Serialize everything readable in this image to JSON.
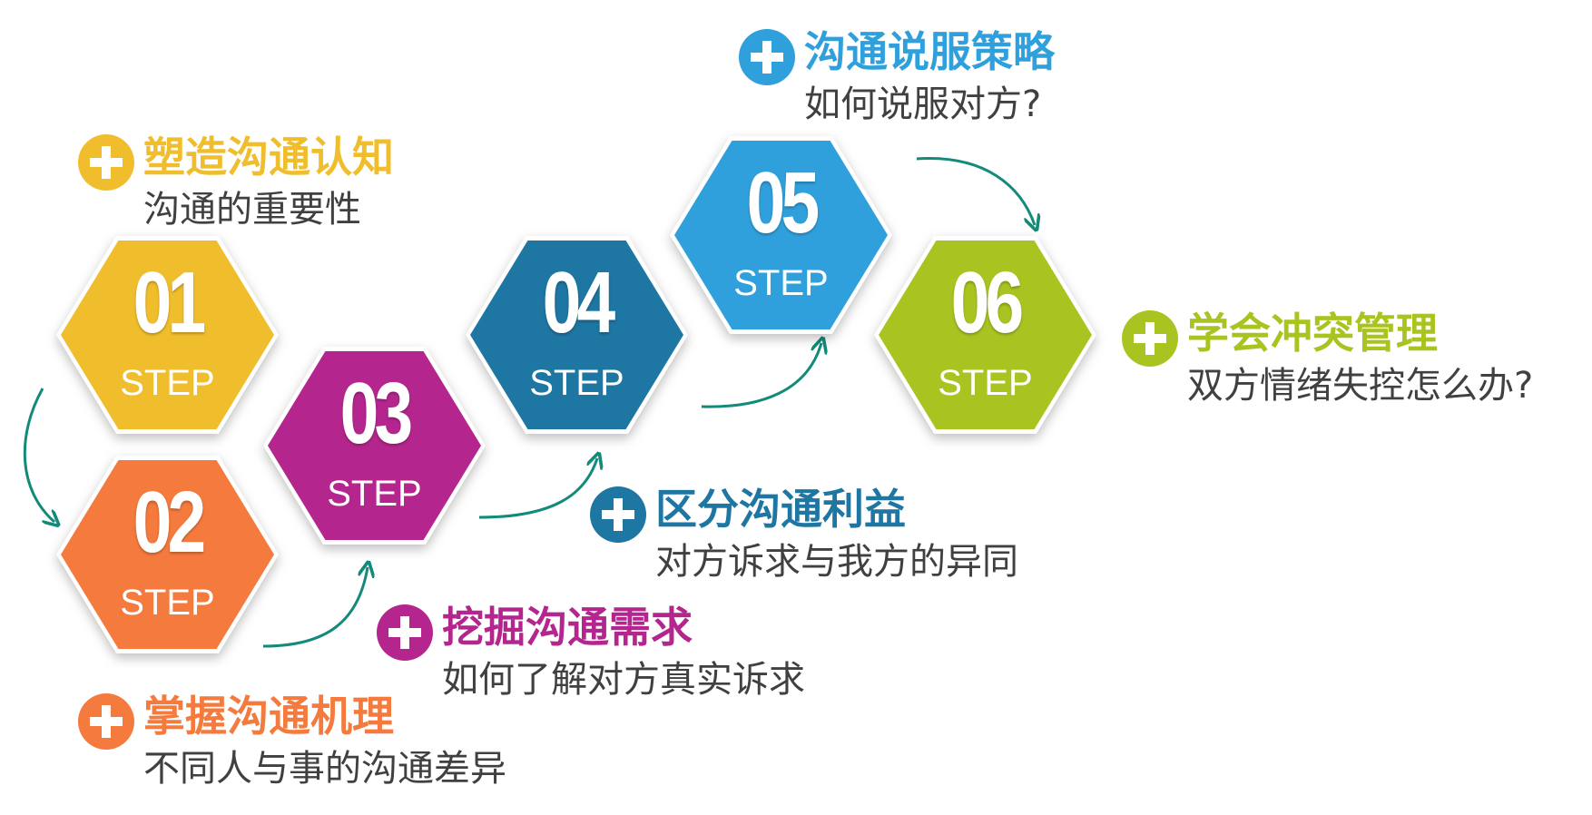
{
  "steps": [
    {
      "number": "01",
      "step_label": "STEP",
      "color": "#F0BE2C",
      "title": "塑造沟通认知",
      "subtitle": "沟通的重要性",
      "icon": "plus-circle-icon"
    },
    {
      "number": "02",
      "step_label": "STEP",
      "color": "#F47A3D",
      "title": "掌握沟通机理",
      "subtitle": "不同人与事的沟通差异",
      "icon": "plus-circle-icon"
    },
    {
      "number": "03",
      "step_label": "STEP",
      "color": "#B4268E",
      "title": "挖掘沟通需求",
      "subtitle": "如何了解对方真实诉求",
      "icon": "plus-circle-icon"
    },
    {
      "number": "04",
      "step_label": "STEP",
      "color": "#1E76A3",
      "title": "区分沟通利益",
      "subtitle": "对方诉求与我方的异同",
      "icon": "plus-circle-icon"
    },
    {
      "number": "05",
      "step_label": "STEP",
      "color": "#30A0DC",
      "title": "沟通说服策略",
      "subtitle": "如何说服对方?",
      "icon": "plus-circle-icon"
    },
    {
      "number": "06",
      "step_label": "STEP",
      "color": "#A9C421",
      "title": "学会冲突管理",
      "subtitle": "双方情绪失控怎么办?",
      "icon": "plus-circle-icon"
    }
  ],
  "connector_color": "#138A7A"
}
